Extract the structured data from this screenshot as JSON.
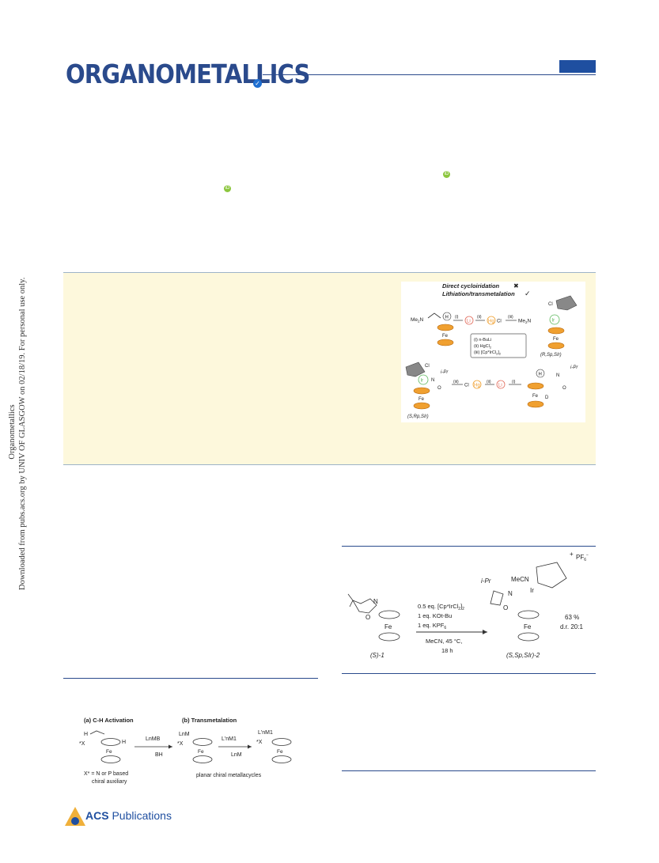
{
  "header": {
    "journal_name": "ORGANOMETALLICS"
  },
  "side_note": {
    "line1": "Organometallics",
    "line2": "Downloaded from pubs.acs.org by UNIV OF GLASGOW on 02/18/19. For personal use only."
  },
  "toc": {
    "direct_label": "Direct cycloiridation",
    "lith_label": "Lithiation/transmetalation",
    "reagents": [
      "(i) n-BuLi",
      "(ii) HgCl",
      "(iii) [Cp*IrCl"
    ],
    "steps": [
      "(i)",
      "(ii)",
      "(iii)"
    ],
    "metals": [
      "H",
      "Li",
      "Hg",
      "Ir",
      "Fe",
      "D"
    ],
    "groups": [
      "Me",
      "N",
      "Cl",
      "i-Pr",
      "O"
    ],
    "top_product": "(R,Sp,SIr)",
    "bottom_product": "(S,Rp,SIr)"
  },
  "scheme1": {
    "reagents": [
      "0.5 eq. [Cp*IrCl",
      "1 eq. KOt-Bu",
      "1 eq. KPF",
      "MeCN, 45 °C,",
      "18 h"
    ],
    "start": "(S)-1",
    "product": "(S,Sp,SIr)-2",
    "yield": "63 %",
    "dr": "d.r. 20:1",
    "labels": [
      "i-Pr",
      "MeCN",
      "Ir",
      "N",
      "O",
      "Fe",
      "PF"
    ]
  },
  "figure1": {
    "a_label": "(a) C-H Activation",
    "b_label": "(b) Transmetalation",
    "reagent1": "LnMB",
    "byproduct1": "BH",
    "reagent2": "L'nM1",
    "byproduct2": "LnM",
    "aux_note1": "X* = N or P based",
    "aux_note2": "chiral auxiliary",
    "caption": "planar chiral metallacycles"
  },
  "footer": {
    "publisher": "ACS",
    "publisher_suffix": "Publications"
  }
}
